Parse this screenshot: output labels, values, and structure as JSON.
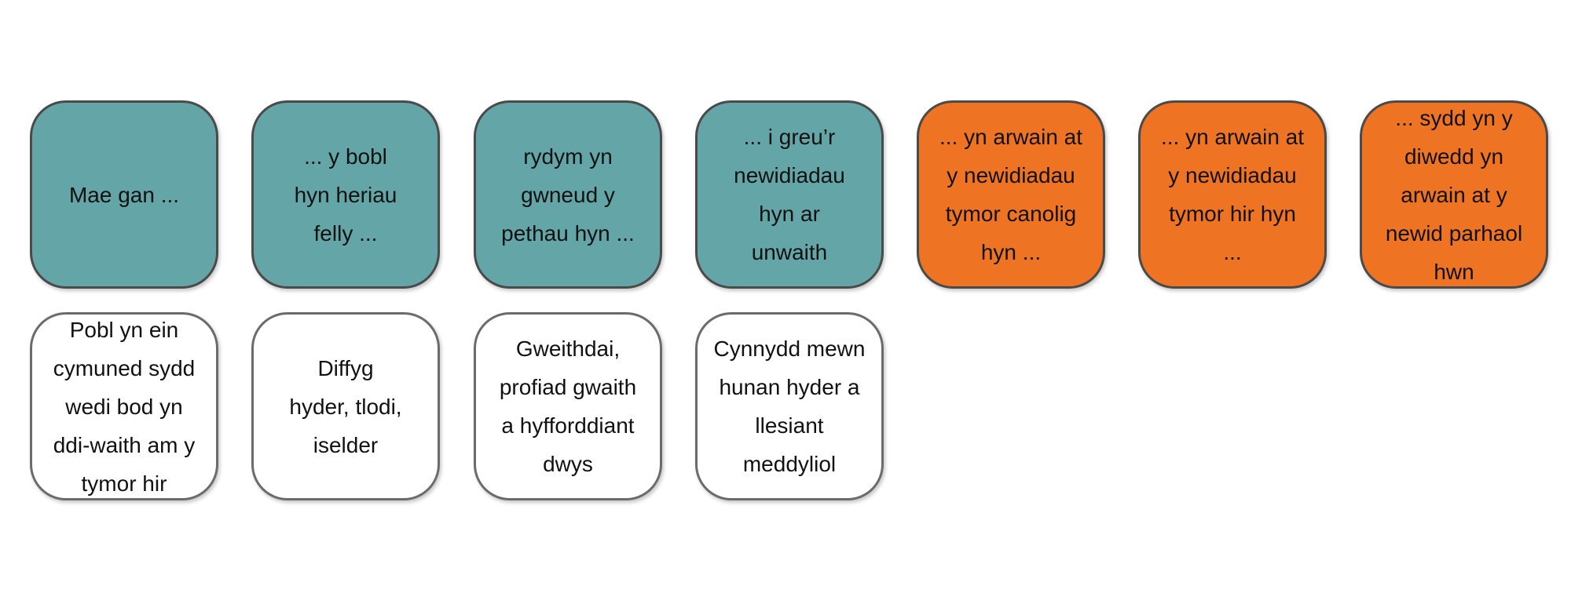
{
  "statements": [
    {
      "text": "Mae gan ...",
      "color": "#64a6a8"
    },
    {
      "text": "... y bobl\nhyn heriau\nfelly ...",
      "color": "#64a6a8"
    },
    {
      "text": "rydym yn\ngwneud y\npethau hyn ...",
      "color": "#64a6a8"
    },
    {
      "text": "... i greu’r\nnewidiadau\nhyn ar\nunwaith",
      "color": "#64a6a8"
    },
    {
      "text": "... yn arwain at\ny newidiadau\ntymor canolig\nhyn ...",
      "color": "#ee7424"
    },
    {
      "text": "... yn arwain at\ny newidiadau\ntymor hir hyn\n...",
      "color": "#ee7424"
    },
    {
      "text": "... sydd yn y\ndiwedd yn\narwain at y\nnewid parhaol\nhwn",
      "color": "#ee7424"
    }
  ],
  "answers": [
    {
      "text": "Pobl yn ein\ncymuned sydd\nwedi bod yn\nddi-waith am y\ntymor hir"
    },
    {
      "text": "Diffyg\nhyder, tlodi,\niselder"
    },
    {
      "text": "Gweithdai,\nprofiad gwaith\na hyfforddiant\ndwys"
    },
    {
      "text": "Cynnydd mewn\nhunan hyder a\nllesiant\nmeddyliol"
    }
  ]
}
